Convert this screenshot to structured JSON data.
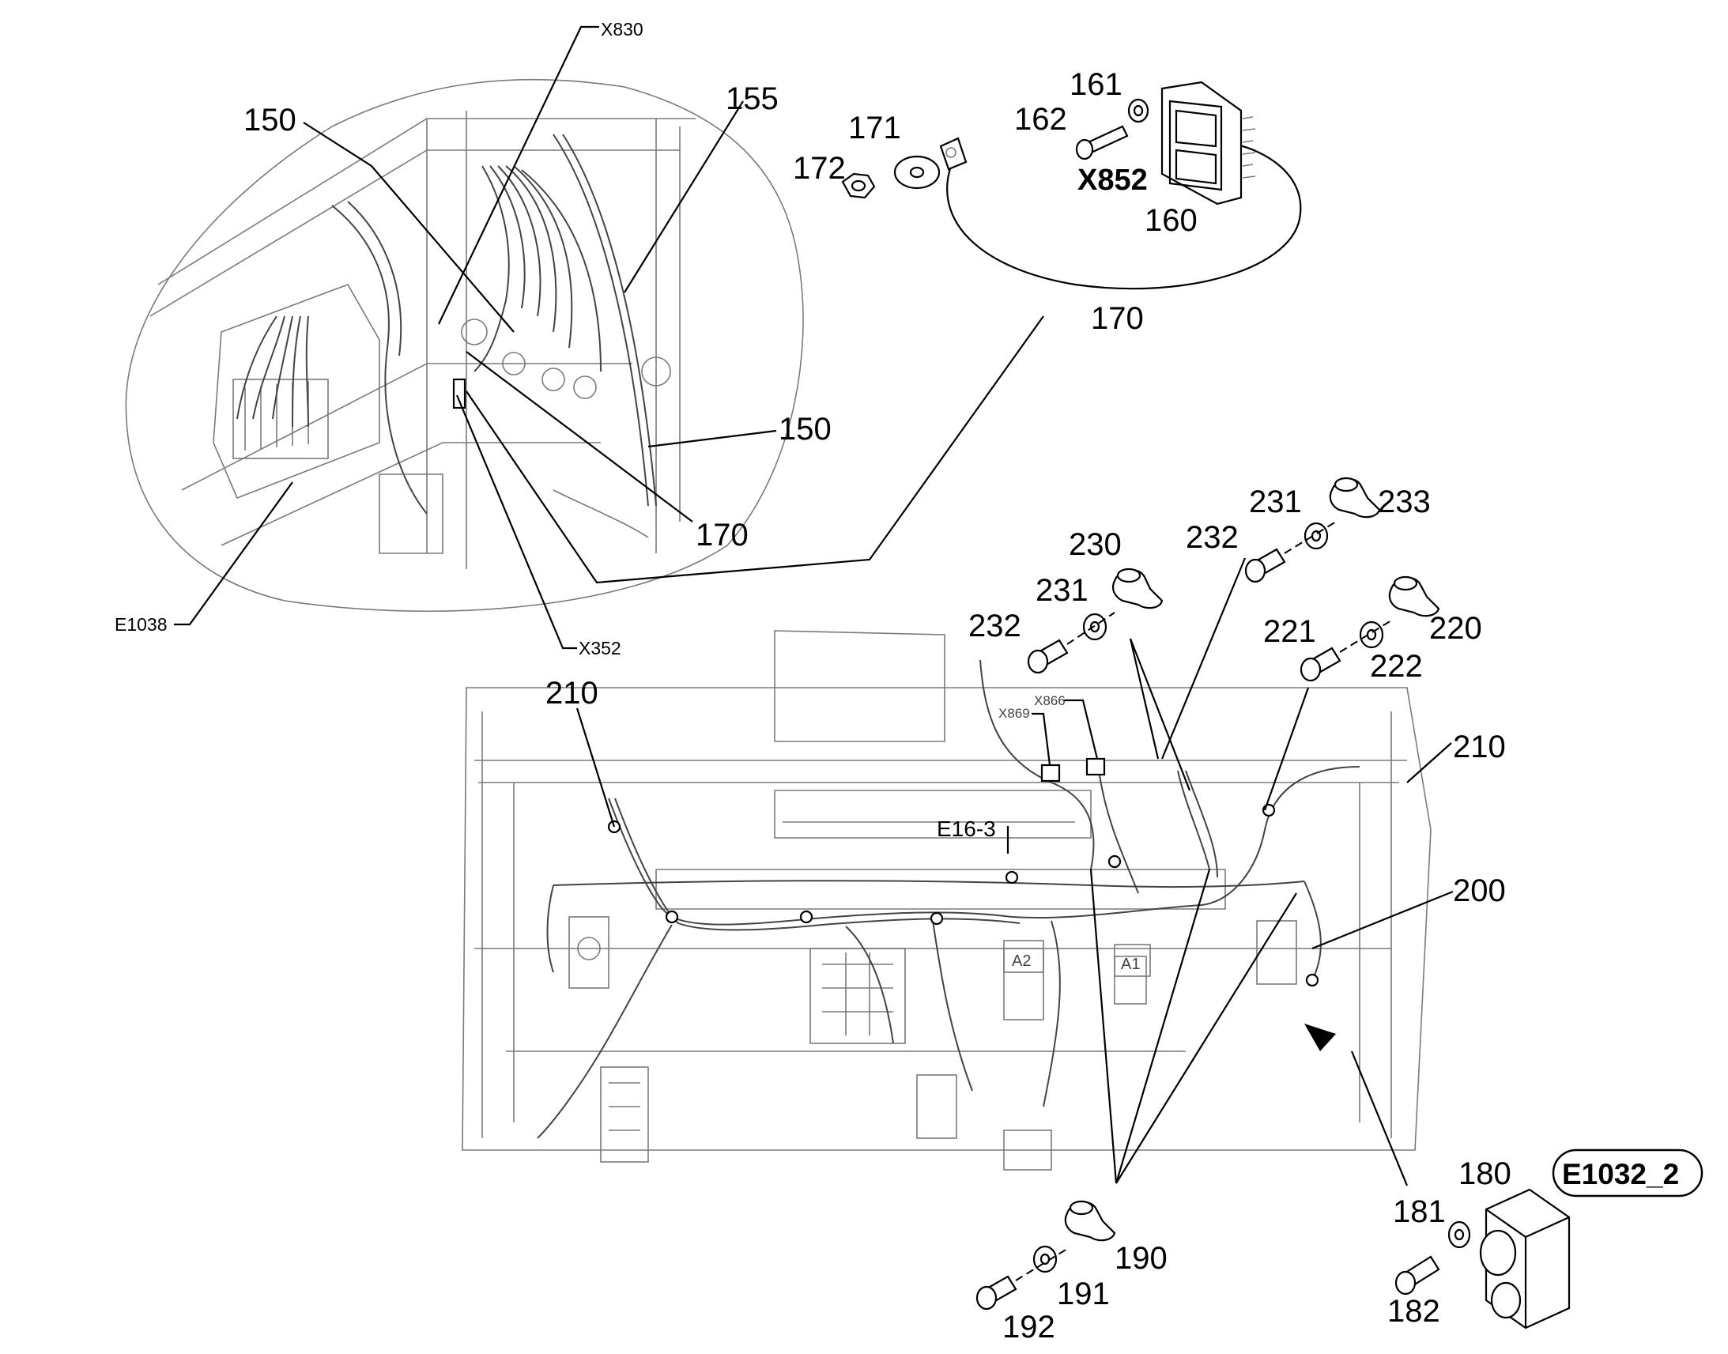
{
  "diagram_id": "E1032_2",
  "callouts": {
    "c150a": "150",
    "c150b": "150",
    "c155": "155",
    "c160": "160",
    "c161": "161",
    "c162": "162",
    "c170a": "170",
    "c170b": "170",
    "c171": "171",
    "c172": "172",
    "c180": "180",
    "c181": "181",
    "c182": "182",
    "c190": "190",
    "c191": "191",
    "c192": "192",
    "c200": "200",
    "c210a": "210",
    "c210b": "210",
    "c220": "220",
    "c221": "221",
    "c222": "222",
    "c230": "230",
    "c231a": "231",
    "c231b": "231",
    "c232a": "232",
    "c232b": "232",
    "c233": "233"
  },
  "connectors": {
    "x830": "X830",
    "x852": "X852",
    "x352": "X352",
    "x866": "X866",
    "x869": "X869",
    "e1038": "E1038",
    "e16_3": "E16-3"
  },
  "panel_marks": {
    "a1": "A1",
    "a2": "A2"
  }
}
